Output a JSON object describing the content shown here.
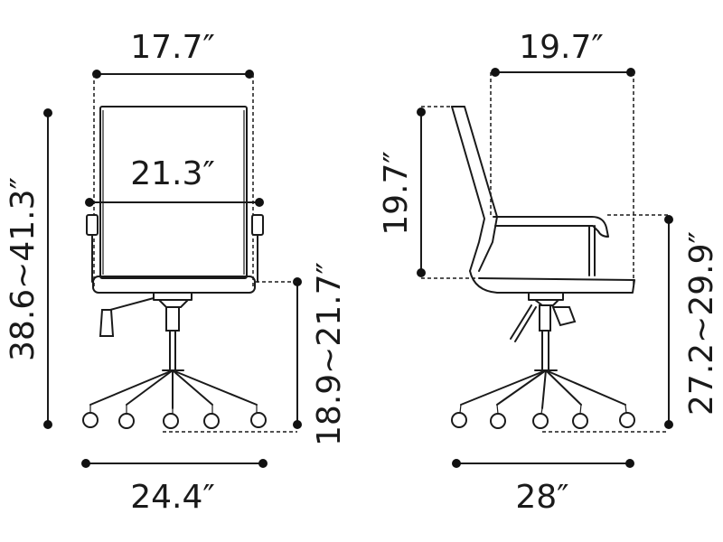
{
  "diagram": {
    "front_view": {
      "top_width": "17.7″",
      "arm_width": "21.3″",
      "total_height": "38.6~41.3″",
      "seat_height": "18.9~21.7″",
      "base_width": "24.4″"
    },
    "side_view": {
      "top_depth": "19.7″",
      "back_height": "19.7″",
      "arm_height": "27.2~29.9″",
      "base_depth": "28″"
    }
  }
}
